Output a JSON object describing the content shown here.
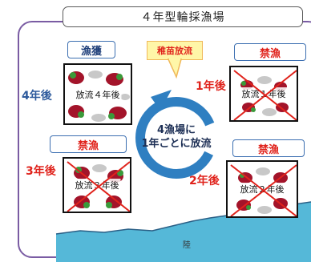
{
  "title": "４年型輪採漁場",
  "release_label": "稚苗放流",
  "center_text": [
    "4漁場に",
    "1年ごとに放流"
  ],
  "land_label": "陸",
  "plots": [
    {
      "status": "漁獲",
      "status_type": "catch",
      "years": "4年後",
      "label": "放流４年後",
      "banned": false
    },
    {
      "status": "禁漁",
      "status_type": "ban",
      "years": "1年後",
      "label": "放流１年後",
      "banned": true
    },
    {
      "status": "禁漁",
      "status_type": "ban",
      "years": "3年後",
      "label": "放流３年後",
      "banned": true
    },
    {
      "status": "禁漁",
      "status_type": "ban",
      "years": "2年後",
      "label": "放流２年後",
      "banned": true
    }
  ],
  "colors": {
    "frame": "#7a5ca3",
    "arrow": "#2f7fc1",
    "ban_red": "#e0231c",
    "sea": "#55b8d8",
    "shell": "#a3142a",
    "shell_green": "#3a9a3a"
  }
}
